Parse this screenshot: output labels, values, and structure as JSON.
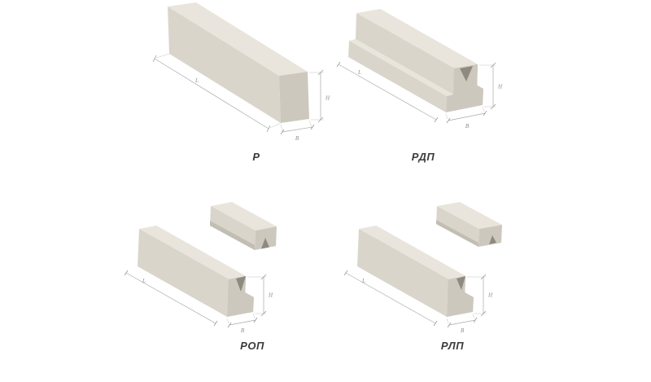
{
  "page": {
    "background": "#ffffff"
  },
  "colors": {
    "top_face": "#e9e5dc",
    "side_face": "#d9d5cb",
    "end_face": "#cdc8be",
    "shadow_face": "#c2beb4",
    "notch": "#8e8a80",
    "dim_line": "#a9a9a9",
    "dim_text": "#8b8b8b",
    "caption": "#3b3b3b",
    "background": "#ffffff"
  },
  "figures": [
    {
      "id": "P",
      "caption": "Р",
      "dims": {
        "length": "L",
        "height": "H",
        "width": "B"
      }
    },
    {
      "id": "RDP",
      "caption": "РДП",
      "dims": {
        "length": "L",
        "height": "H",
        "width": "B"
      }
    },
    {
      "id": "ROP",
      "caption": "РОП",
      "dims": {
        "length": "L",
        "height": "H",
        "width": "B"
      }
    },
    {
      "id": "RLP",
      "caption": "РЛП",
      "dims": {
        "length": "L",
        "height": "H",
        "width": "B"
      }
    }
  ]
}
